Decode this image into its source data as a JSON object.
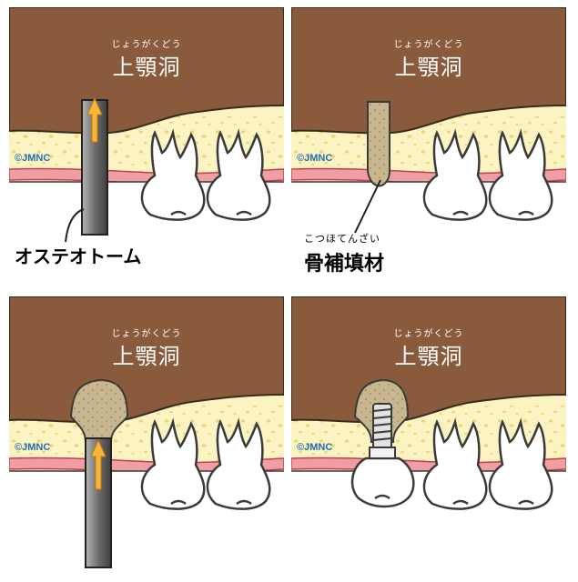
{
  "panels": [
    {
      "ruby": "じょうがくどう",
      "title": "上顎洞",
      "copyright": "©JMNC"
    },
    {
      "ruby": "じょうがくどう",
      "title": "上顎洞",
      "copyright": "©JMNC"
    },
    {
      "ruby": "じょうがくどう",
      "title": "上顎洞",
      "copyright": "©JMNC"
    },
    {
      "ruby": "じょうがくどう",
      "title": "上顎洞",
      "copyright": "©JMNC"
    }
  ],
  "labels": {
    "osteotome": "オステオトーム",
    "bone_graft_ruby": "こつほてんざい",
    "bone_graft": "骨補填材"
  },
  "colors": {
    "sinus": "#8a5a3c",
    "bone": "#fbf4c2",
    "bone_dots": "#ecd57a",
    "gum": "#ef9ea3",
    "graft": "#c8b690",
    "arrow": "#f7b63a",
    "tool": "#6b6b6b",
    "copyright": "#1f6fb3"
  },
  "icons": [
    "tooth-icon",
    "arrow-up-icon",
    "implant-icon"
  ]
}
